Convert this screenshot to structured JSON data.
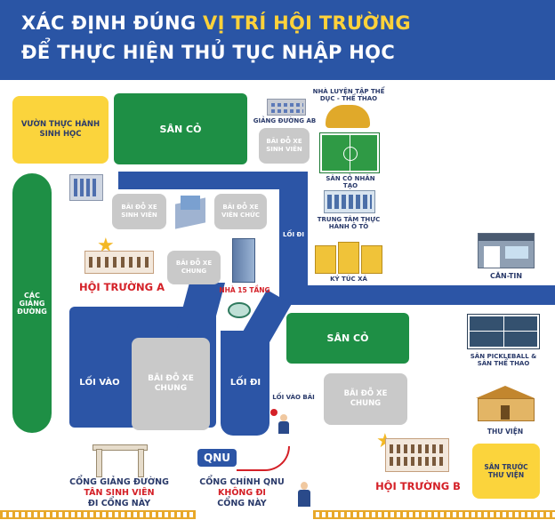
{
  "header": {
    "line1_prefix": "XÁC ĐỊNH ĐÚNG ",
    "line1_highlight": "VỊ TRÍ HỘI TRƯỜNG",
    "line2": "ĐỂ THỰC HIỆN THỦ TỤC NHẬP HỌC"
  },
  "map": {
    "vuon_thuc_hanh": "VƯỜN THỰC HÀNH SINH HỌC",
    "san_co_top": "SÂN CỎ",
    "giang_duong_ab": "GIẢNG ĐƯỜNG AB",
    "bai_do_xe_sv_top": "BÃI ĐỖ XE SINH VIÊN",
    "nha_luyen_tap": "NHÀ LUYỆN TẬP THỂ DỤC - THỂ THAO",
    "san_co_nhan_tao": "SÂN CỎ NHÂN TẠO",
    "trung_tam_oto": "TRUNG TÂM THỰC HÀNH Ô TÔ",
    "cac_giang_duong": "CÁC GIẢNG ĐƯỜNG",
    "bai_do_xe_sv": "BÃI ĐỖ XE SINH VIÊN",
    "bai_do_xe_vc": "BÃI ĐỖ XE VIÊN CHỨC",
    "loi_di_upper": "LỐI ĐI",
    "bai_do_xe_chung_small": "BÃI ĐỖ XE CHUNG",
    "hoi_truong_a": "HỘI TRƯỜNG A",
    "nha_15_tang": "NHÀ 15 TẦNG",
    "ky_tuc_xa": "KÝ TÚC XÁ",
    "can_tin": "CĂN-TIN",
    "san_co_mid": "SÂN CỎ",
    "loi_vao": "LỐI VÀO",
    "bai_do_xe_chung_large": "BÃI ĐỖ XE CHUNG",
    "loi_di_lower": "LỐI ĐI",
    "loi_vao_bai": "LỐI VÀO BÃI",
    "bai_do_xe_chung_right": "BÃI ĐỖ XE CHUNG",
    "san_pickleball": "SÂN PICKLEBALL & SÂN THỂ THAO",
    "thu_vien": "THƯ VIỆN",
    "san_truoc_thu_vien": "SÂN TRƯỚC THƯ VIỆN",
    "hoi_truong_b": "HỘI TRƯỜNG B",
    "cong_giang_duong_1": "CỔNG GIẢNG ĐƯỜNG",
    "cong_giang_duong_2": "TÂN SINH VIÊN",
    "cong_giang_duong_3": "ĐI CỔNG NÀY",
    "cong_chinh_1": "CỔNG CHÍNH QNU",
    "cong_chinh_2": "KHÔNG ĐI",
    "cong_chinh_3": "CỔNG NÀY",
    "qnu_logo": "QNU"
  },
  "colors": {
    "header_blue": "#2a55a5",
    "road_blue": "#2c55a6",
    "field_green": "#1e8f45",
    "parking_grey": "#c9c9c9",
    "highlight_yellow": "#ffd23a",
    "hall_red": "#d42027",
    "label_navy": "#2a3a6a"
  }
}
